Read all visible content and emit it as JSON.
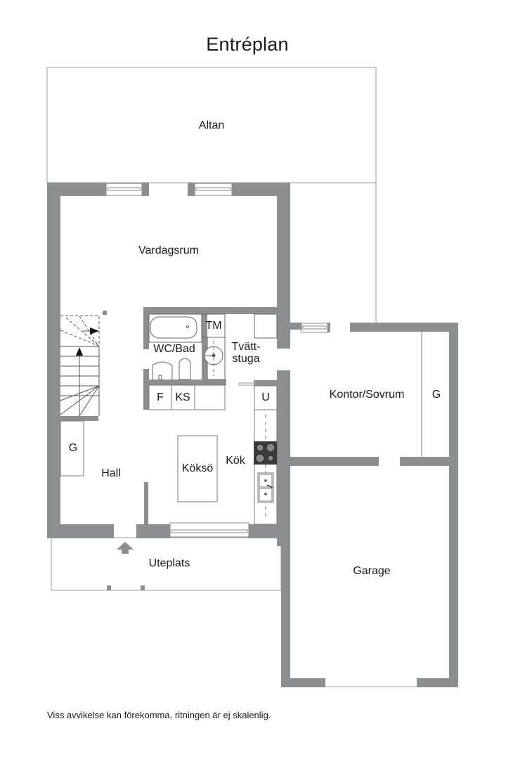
{
  "title": "Entréplan",
  "rooms": [
    {
      "id": "altan",
      "label": "Altan"
    },
    {
      "id": "vardagsrum",
      "label": "Vardagsrum"
    },
    {
      "id": "wc-bad",
      "label": "WC/Bad"
    },
    {
      "id": "tm",
      "label": "TM"
    },
    {
      "id": "tvattstuga",
      "label": "Tvätt-\nstuga"
    },
    {
      "id": "f",
      "label": "F"
    },
    {
      "id": "ks",
      "label": "KS"
    },
    {
      "id": "u",
      "label": "U"
    },
    {
      "id": "kontor-sovrum",
      "label": "Kontor/Sovrum"
    },
    {
      "id": "g-right",
      "label": "G"
    },
    {
      "id": "g-left",
      "label": "G"
    },
    {
      "id": "hall",
      "label": "Hall"
    },
    {
      "id": "koksö",
      "label": "Köksö"
    },
    {
      "id": "kok",
      "label": "Kök"
    },
    {
      "id": "uteplats",
      "label": "Uteplats"
    },
    {
      "id": "garage",
      "label": "Garage"
    }
  ],
  "footnote": "Viss avvikelse kan förekomma, ritningen är ej skalenlig.",
  "colors": {
    "wall": "#8c8e8f",
    "line": "#555555",
    "stove": "#3b3b3b",
    "background": "#ffffff"
  }
}
